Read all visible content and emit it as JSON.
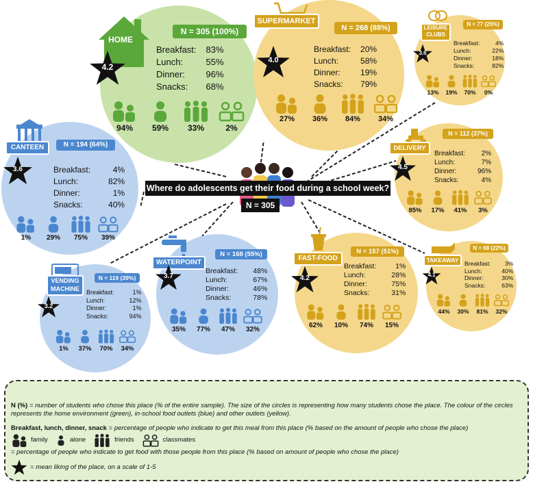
{
  "title": "Where do adolescents get their food during a school week?",
  "total": "N = 305",
  "colors": {
    "home": "#c8e2a9",
    "home_badge": "#5aa83a",
    "school": "#bcd3f0",
    "school_badge": "#4a87cf",
    "other": "#f4d78a",
    "other_badge": "#d4a21b",
    "star": "#111111"
  },
  "icon_names": [
    "family-icon",
    "alone-icon",
    "friends-icon",
    "classmates-icon"
  ],
  "places": [
    {
      "key": "home",
      "label": "HOME",
      "n": "N = 305 (100%)",
      "rating": "4.2",
      "meals": [
        [
          "Breakfast:",
          "83%"
        ],
        [
          "Lunch:",
          "55%"
        ],
        [
          "Dinner:",
          "96%"
        ],
        [
          "Snacks:",
          "68%"
        ]
      ],
      "company": [
        "94%",
        "59%",
        "33%",
        "2%"
      ]
    },
    {
      "key": "supermarket",
      "label": "SUPERMARKET",
      "n": "N = 268 (88%)",
      "rating": "4.0",
      "meals": [
        [
          "Breakfast:",
          "20%"
        ],
        [
          "Lunch:",
          "58%"
        ],
        [
          "Dinner:",
          "19%"
        ],
        [
          "Snacks:",
          "79%"
        ]
      ],
      "company": [
        "27%",
        "36%",
        "84%",
        "34%"
      ]
    },
    {
      "key": "leisure",
      "label": "LEISURE CLUBS",
      "n": "N = 77 (25%)",
      "rating": "3.6",
      "meals": [
        [
          "Breakfast:",
          "4%"
        ],
        [
          "Lunch:",
          "22%"
        ],
        [
          "Dinner:",
          "18%"
        ],
        [
          "Snacks:",
          "82%"
        ]
      ],
      "company": [
        "13%",
        "19%",
        "70%",
        "0%"
      ]
    },
    {
      "key": "canteen",
      "label": "CANTEEN",
      "n": "N = 194 (64%)",
      "rating": "3.6",
      "meals": [
        [
          "Breakfast:",
          "4%"
        ],
        [
          "Lunch:",
          "82%"
        ],
        [
          "Dinner:",
          "1%"
        ],
        [
          "Snacks:",
          "40%"
        ]
      ],
      "company": [
        "1%",
        "29%",
        "75%",
        "39%"
      ]
    },
    {
      "key": "delivery",
      "label": "DELIVERY",
      "n": "N = 112 (37%)",
      "rating": "4.5",
      "meals": [
        [
          "Breakfast:",
          "2%"
        ],
        [
          "Lunch:",
          "7%"
        ],
        [
          "Dinner:",
          "96%"
        ],
        [
          "Snacks:",
          "4%"
        ]
      ],
      "company": [
        "85%",
        "17%",
        "41%",
        "3%"
      ]
    },
    {
      "key": "waterpoint",
      "label": "WATERPOINT",
      "n": "N = 168 (55%)",
      "rating": "3.7",
      "meals": [
        [
          "Breakfast:",
          "48%"
        ],
        [
          "Lunch:",
          "67%"
        ],
        [
          "Dinner:",
          "46%"
        ],
        [
          "Snacks:",
          "78%"
        ]
      ],
      "company": [
        "35%",
        "77%",
        "47%",
        "32%"
      ]
    },
    {
      "key": "vending",
      "label": "VENDING MACHINE",
      "n": "N = 119 (39%)",
      "rating": "3.2",
      "meals": [
        [
          "Breakfast:",
          "1%"
        ],
        [
          "Lunch:",
          "12%"
        ],
        [
          "Dinner:",
          "1%"
        ],
        [
          "Snacks:",
          "94%"
        ]
      ],
      "company": [
        "1%",
        "37%",
        "70%",
        "34%"
      ]
    },
    {
      "key": "fastfood",
      "label": "FAST-FOOD",
      "n": "N = 157 (51%)",
      "rating": "4.2",
      "meals": [
        [
          "Breakfast:",
          "1%"
        ],
        [
          "Lunch:",
          "28%"
        ],
        [
          "Dinner:",
          "75%"
        ],
        [
          "Snacks:",
          "31%"
        ]
      ],
      "company": [
        "62%",
        "10%",
        "74%",
        "15%"
      ]
    },
    {
      "key": "takeaway",
      "label": "TAKEAWAY",
      "n": "N = 68 (22%)",
      "rating": "4.1",
      "meals": [
        [
          "Breakfast:",
          "3%"
        ],
        [
          "Lunch:",
          "40%"
        ],
        [
          "Dinner:",
          "30%"
        ],
        [
          "Snacks:",
          "63%"
        ]
      ],
      "company": [
        "44%",
        "30%",
        "81%",
        "32%"
      ]
    }
  ],
  "legend": {
    "n_term": "N (%)",
    "n_text": " = number of students who chose this place (% of the entire sample). The size of the circles is representing how many students chose the place. The colour of the circles represents the home environment (green), in-school food outlets (blue) and other outlets (yellow).",
    "meal_term": "Breakfast, lunch, dinner, snack",
    "meal_text": " = percentage of people who indicate to get this meal from this place (% based on the amount of people who chose the place)",
    "family": "family",
    "alone": "alone",
    "friends": "friends",
    "classmates": "classmates",
    "company_text": "= percentage of people who indicate to get food with those people from this place (% based on amount of people who chose the place)",
    "star_text": "= mean liking of the place, on a scale of 1-5"
  }
}
